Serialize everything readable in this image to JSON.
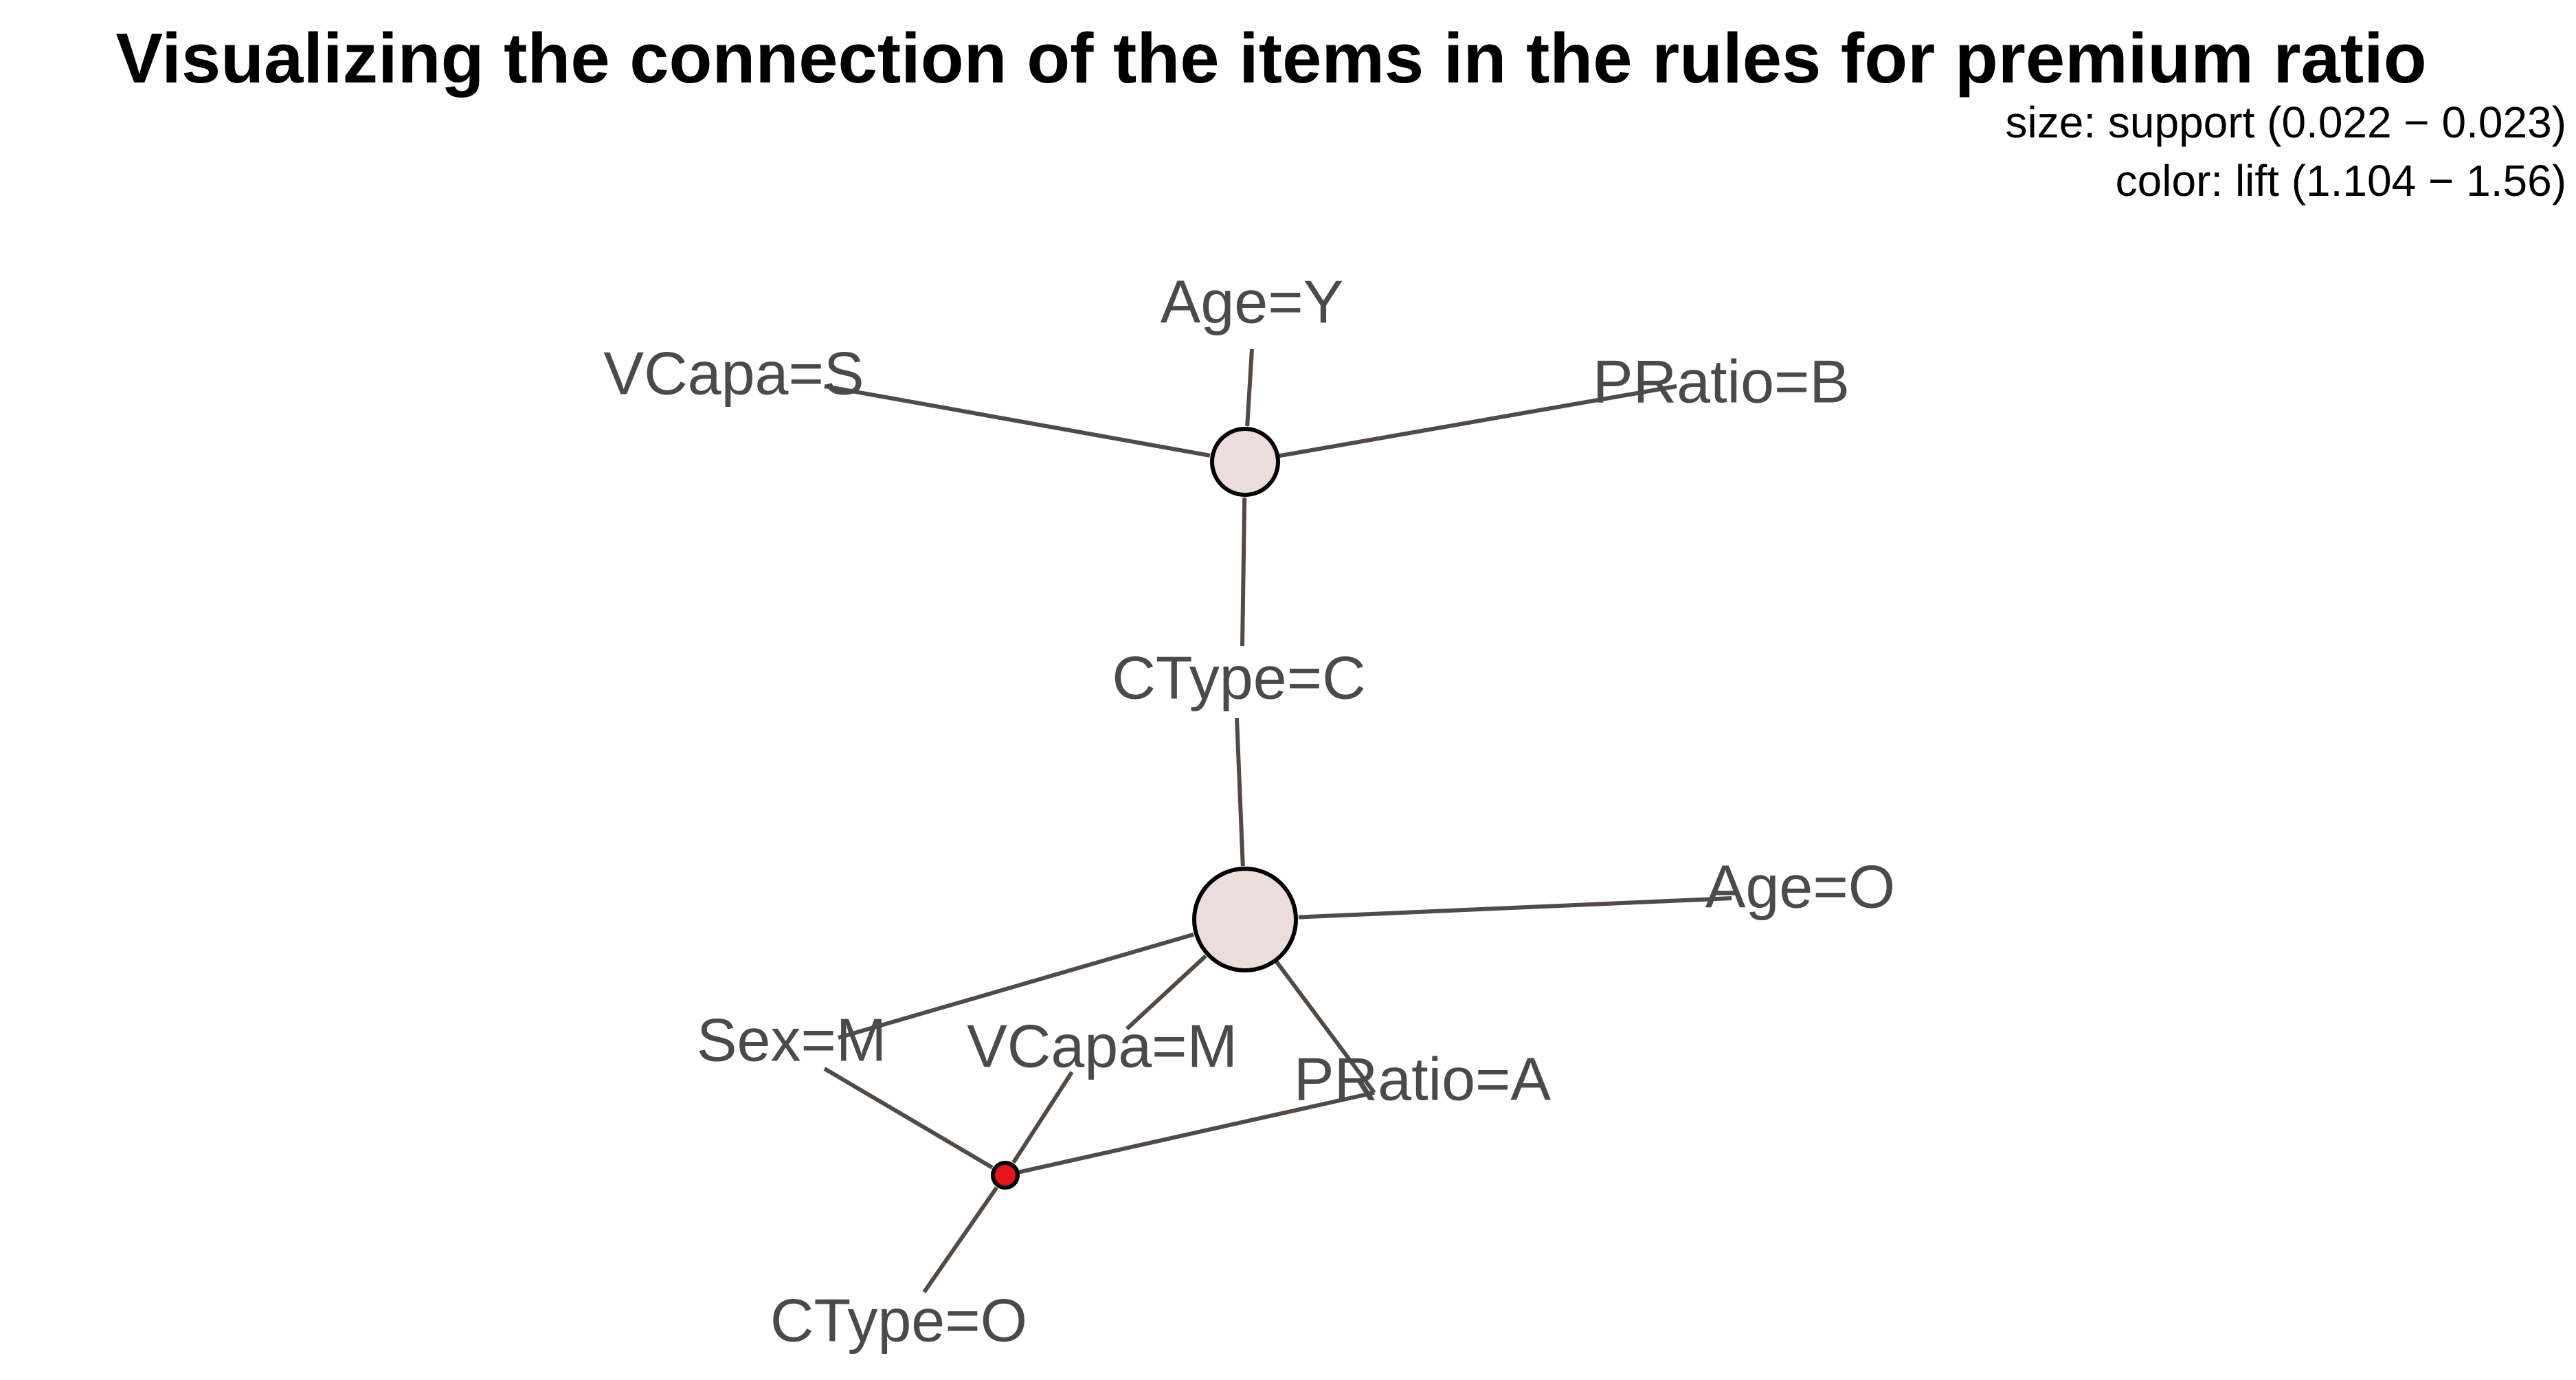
{
  "title": "Visualizing the connection of the items in the rules for premium ratio",
  "legend": {
    "size": "size: support (0.022 − 0.023)",
    "color": "color: lift (1.104 − 1.56)"
  },
  "colors": {
    "edge": "#524a46",
    "label": "#4a4a4a",
    "node_low_lift": "#ecdcdc",
    "node_high_lift": "#e8141c",
    "node_border": "#000000"
  },
  "graph": {
    "items": [
      {
        "id": "age_y",
        "label": "Age=Y"
      },
      {
        "id": "vcapa_s",
        "label": "VCapa=S"
      },
      {
        "id": "pratio_b",
        "label": "PRatio=B"
      },
      {
        "id": "ctype_c",
        "label": "CType=C"
      },
      {
        "id": "age_o",
        "label": "Age=O"
      },
      {
        "id": "sex_m",
        "label": "Sex=M"
      },
      {
        "id": "vcapa_m",
        "label": "VCapa=M"
      },
      {
        "id": "pratio_a",
        "label": "PRatio=A"
      },
      {
        "id": "ctype_o",
        "label": "CType=O"
      }
    ],
    "rules": [
      {
        "id": "rule_1",
        "lhs": [
          "age_y",
          "vcapa_s",
          "ctype_c"
        ],
        "rhs": [
          "pratio_b"
        ],
        "support_rank": "small",
        "lift": "low"
      },
      {
        "id": "rule_2",
        "lhs": [
          "ctype_c",
          "age_o",
          "sex_m",
          "vcapa_m"
        ],
        "rhs": [
          "pratio_a"
        ],
        "support_rank": "large",
        "lift": "low"
      },
      {
        "id": "rule_3",
        "lhs": [
          "sex_m",
          "vcapa_m",
          "ctype_o"
        ],
        "rhs": [
          "pratio_a"
        ],
        "support_rank": "tiny",
        "lift": "high"
      }
    ]
  }
}
